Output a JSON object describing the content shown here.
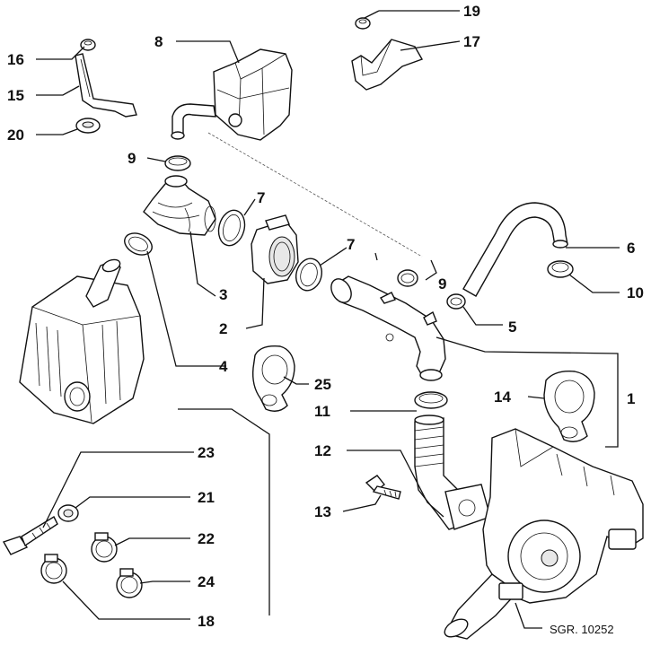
{
  "diagram": {
    "reference": "SGR. 10252",
    "labels": {
      "l1": "1",
      "l2": "2",
      "l3": "3",
      "l4": "4",
      "l5": "5",
      "l6": "6",
      "l7a": "7",
      "l7b": "7",
      "l8": "8",
      "l9a": "9",
      "l9b": "9",
      "l10": "10",
      "l11": "11",
      "l12": "12",
      "l13": "13",
      "l14": "14",
      "l15": "15",
      "l16": "16",
      "l17": "17",
      "l18": "18",
      "l19": "19",
      "l20": "20",
      "l21": "21",
      "l22": "22",
      "l23": "23",
      "l24": "24",
      "l25": "25"
    }
  }
}
